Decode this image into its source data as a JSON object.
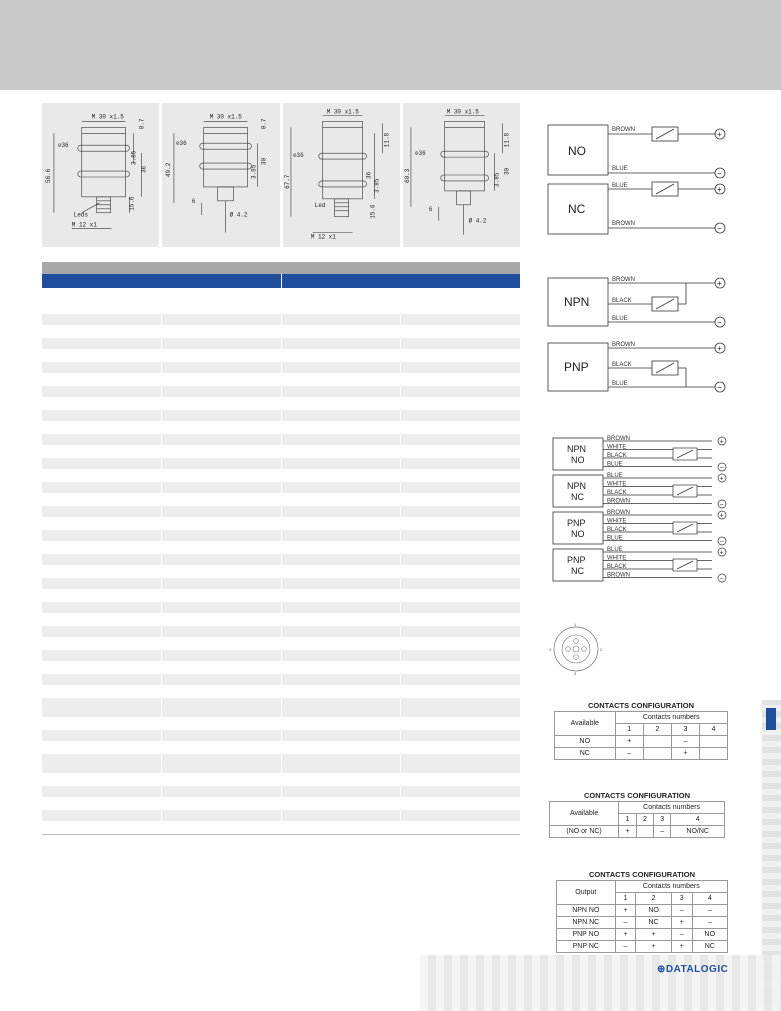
{
  "drawings": [
    {
      "thread_top": "M 30 x1.5",
      "thread_bottom": "M 12 x1",
      "hole": "⊘36",
      "dims": [
        "0.7",
        "3.85",
        "36",
        "56.6",
        "15.6"
      ],
      "callout": "Leds"
    },
    {
      "thread_top": "M 30 x1.5",
      "hole": "⊘36",
      "dims": [
        "0.7",
        "3.85",
        "30",
        "49.2",
        "6"
      ],
      "cable": "Ø 4.2"
    },
    {
      "thread_top": "M 30 x1.5",
      "thread_bottom": "M 12 x1",
      "hole": "⊘36",
      "dims": [
        "11.8",
        "3.85",
        "36",
        "67.7",
        "15.6"
      ],
      "callout": "Led"
    },
    {
      "thread_top": "M 30 x1.5",
      "hole": "⊘36",
      "dims": [
        "11.8",
        "3.85",
        "30",
        "60.3",
        "6"
      ],
      "cable": "Ø 4.2"
    }
  ],
  "wiring": {
    "two_wire": [
      {
        "label": "NO",
        "top": "BROWN",
        "bottom": "BLUE"
      },
      {
        "label": "NC",
        "top": "BLUE",
        "bottom": "BROWN"
      }
    ],
    "three_wire": [
      {
        "label": "NPN",
        "w1": "BROWN",
        "w2": "BLACK",
        "w3": "BLUE"
      },
      {
        "label": "PNP",
        "w1": "BROWN",
        "w2": "BLACK",
        "w3": "BLUE"
      }
    ],
    "four_wire": [
      {
        "l1": "NPN",
        "l2": "NO",
        "wires": [
          "BROWN",
          "WHITE",
          "BLACK",
          "BLUE"
        ]
      },
      {
        "l1": "NPN",
        "l2": "NC",
        "wires": [
          "BLUE",
          "WHITE",
          "BLACK",
          "BROWN"
        ]
      },
      {
        "l1": "PNP",
        "l2": "NO",
        "wires": [
          "BROWN",
          "WHITE",
          "BLACK",
          "BLUE"
        ]
      },
      {
        "l1": "PNP",
        "l2": "NC",
        "wires": [
          "BLUE",
          "WHITE",
          "BLACK",
          "BROWN"
        ]
      }
    ],
    "plus": "+",
    "minus": "−"
  },
  "connector_pins": [
    "1",
    "2",
    "3",
    "4"
  ],
  "contacts1": {
    "title": "CONTACTS CONFIGURATION",
    "corner": "Available",
    "group": "Contacts numbers",
    "cols": [
      "1",
      "2",
      "3",
      "4"
    ],
    "rows": [
      {
        "label": "NO",
        "cells": [
          "+",
          "",
          "–",
          ""
        ]
      },
      {
        "label": "NC",
        "cells": [
          "–",
          "",
          "+",
          ""
        ]
      }
    ]
  },
  "contacts2": {
    "title": "CONTACTS CONFIGURATION",
    "corner": "Available",
    "group": "Contacts numbers",
    "cols": [
      "1",
      "2",
      "3",
      "4"
    ],
    "rows": [
      {
        "label": "(NO or NC)",
        "cells": [
          "+",
          "",
          "–",
          "NO/NC"
        ]
      }
    ]
  },
  "contacts3": {
    "title": "CONTACTS CONFIGURATION",
    "corner": "Output",
    "group": "Contacts numbers",
    "cols": [
      "1",
      "2",
      "3",
      "4"
    ],
    "rows": [
      {
        "label": "NPN NO",
        "cells": [
          "+",
          "NO",
          "–",
          "–"
        ]
      },
      {
        "label": "NPN NC",
        "cells": [
          "–",
          "NC",
          "+",
          "–"
        ]
      },
      {
        "label": "PNP NO",
        "cells": [
          "+",
          "+",
          "–",
          "NO"
        ]
      },
      {
        "label": "PNP NC",
        "cells": [
          "–",
          "+",
          "+",
          "NC"
        ]
      }
    ]
  },
  "brand": "⊕DATALOGIC"
}
